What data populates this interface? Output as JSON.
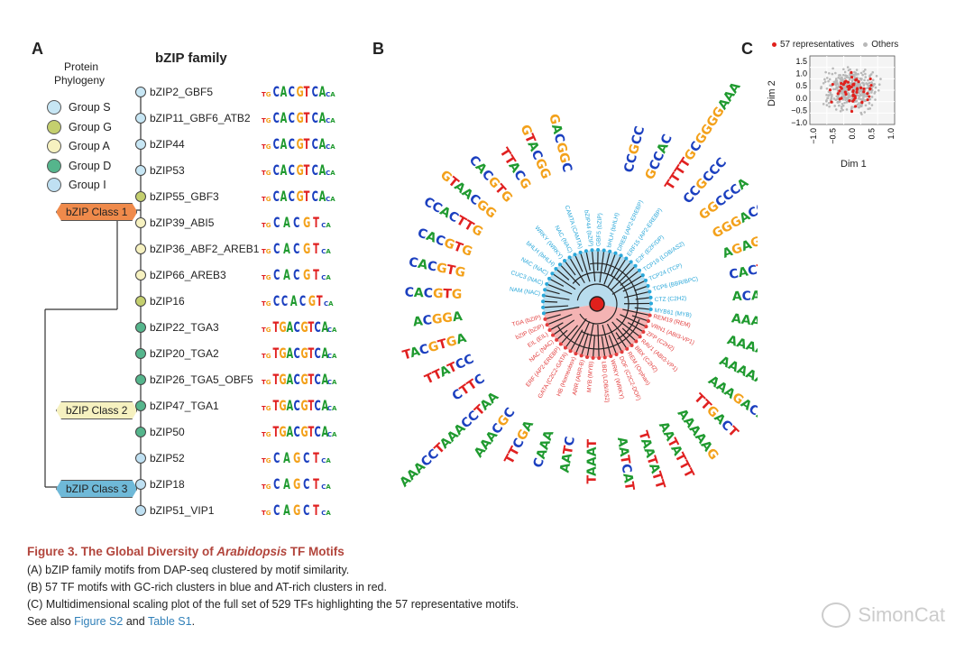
{
  "panel_a": {
    "letter": "A",
    "title": "bZIP family",
    "phylogeny_label_line1": "Protein",
    "phylogeny_label_line2": "Phylogeny",
    "legend": [
      {
        "label": "Group S",
        "color": "#c7e6f4"
      },
      {
        "label": "Group G",
        "color": "#c4cf6e"
      },
      {
        "label": "Group A",
        "color": "#f6f1c0"
      },
      {
        "label": "Group D",
        "color": "#55b58c"
      },
      {
        "label": "Group I",
        "color": "#bfe0f2"
      }
    ],
    "class_tags": [
      {
        "label": "bZIP Class 1",
        "color": "#ef8a4b"
      },
      {
        "label": "bZIP Class 2",
        "color": "#f6f1c0"
      },
      {
        "label": "bZIP Class 3",
        "color": "#6fb9d8"
      }
    ],
    "genes": [
      {
        "name": "bZIP2_GBF5",
        "color": "#c7e6f4",
        "motif": "CACGTCA"
      },
      {
        "name": "bZIP11_GBF6_ATB2",
        "color": "#c7e6f4",
        "motif": "CACGTCA"
      },
      {
        "name": "bZIP44",
        "color": "#c7e6f4",
        "motif": "CACGTCA"
      },
      {
        "name": "bZIP53",
        "color": "#c7e6f4",
        "motif": "CACGTCA"
      },
      {
        "name": "bZIP55_GBF3",
        "color": "#c4cf6e",
        "motif": "CACGTCA"
      },
      {
        "name": "bZIP39_ABI5",
        "color": "#f6f1c0",
        "motif": "CACGT"
      },
      {
        "name": "bZIP36_ABF2_AREB1",
        "color": "#f6f1c0",
        "motif": "CACGT"
      },
      {
        "name": "bZIP66_AREB3",
        "color": "#f6f1c0",
        "motif": "CACGT"
      },
      {
        "name": "bZIP16",
        "color": "#c4cf6e",
        "motif": "CCACGT"
      },
      {
        "name": "bZIP22_TGA3",
        "color": "#55b58c",
        "motif": "TGACGTCA"
      },
      {
        "name": "bZIP20_TGA2",
        "color": "#55b58c",
        "motif": "TGACGTCA"
      },
      {
        "name": "bZIP26_TGA5_OBF5",
        "color": "#55b58c",
        "motif": "TGACGTCA"
      },
      {
        "name": "bZIP47_TGA1",
        "color": "#55b58c",
        "motif": "TGACGTCA"
      },
      {
        "name": "bZIP50",
        "color": "#55b58c",
        "motif": "TGACGTCA"
      },
      {
        "name": "bZIP52",
        "color": "#bfe0f2",
        "motif": "CAGCT"
      },
      {
        "name": "bZIP18",
        "color": "#bfe0f2",
        "motif": "CAGCT"
      },
      {
        "name": "bZIP51_VIP1",
        "color": "#bfe0f2",
        "motif": "CAGCT"
      }
    ]
  },
  "panel_b": {
    "letter": "B",
    "tree_colors": {
      "gc": "#b8dced",
      "at": "#f4b3b3",
      "center": "#e0201c"
    },
    "blue_labels": [
      "MYB61 (MYB)",
      "CTZ (C2H2)",
      "TCP6 (BBR/BPC)",
      "TCP24 (TCP)",
      "TCP19 (LOB/AS2)",
      "E2F (E2F/DP)",
      "ERF15 (AP2-EREBP)",
      "DREB (AP2-EREBP)",
      "bHLH (bHLH)",
      "GBF5 (bZIP)",
      "bZIP44 (bZIP)",
      "CAMTA (CAMTA)",
      "NAC (NAC)",
      "WRKY (WRKY)",
      "bHLH (bHLH)",
      "NAC (NAC)",
      "CUC3 (NAC)",
      "NAM (NAC)"
    ],
    "red_labels": [
      "REM19 (REM)",
      "VRN1 (ABI3-VP1)",
      "ZFP (C2H2)",
      "RAV1 (ABI3-VP1)",
      "BBX (C2H2)",
      "REM (Orphan)",
      "DOF (C2C2-DOF)",
      "WRKY (WRKY)",
      "LBD (LOB/AS2)",
      "MYB (MYB)",
      "ARR (ARR-B)",
      "HB (Homeobox)",
      "GATA (C2C2-GATA)",
      "ERF (AP2-EREBP)",
      "NAC (NAC)",
      "EIL (EIL)",
      "bZIP (bZIP)",
      "TGA (bZIP)"
    ],
    "outer_motifs": [
      {
        "text": "CCGCC",
        "color": "#1b3fbf"
      },
      {
        "text": "GCCAC",
        "color": "#1b3fbf"
      },
      {
        "text": "TTTTGCGGGGAAA",
        "color": "#e02020"
      },
      {
        "text": "CCGCCC",
        "color": "#1b3fbf"
      },
      {
        "text": "GGCCCA",
        "color": "#1b3fbf"
      },
      {
        "text": "GGGACCAC",
        "color": "#f3a11b"
      },
      {
        "text": "AGAGAGAGAGAGA",
        "color": "#1f9a2f"
      },
      {
        "text": "CACT",
        "color": "#1b3fbf"
      },
      {
        "text": "ACAGCC",
        "color": "#1b3fbf"
      },
      {
        "text": "AAAAAAA",
        "color": "#1f9a2f"
      },
      {
        "text": "AAAAAAAAAAAAAAAAAAA",
        "color": "#1f9a2f"
      },
      {
        "text": "AAAAAAA",
        "color": "#1f9a2f"
      },
      {
        "text": "AAAGACAAA",
        "color": "#1f9a2f"
      },
      {
        "text": "TTGACT",
        "color": "#e02020"
      },
      {
        "text": "AAAAAG",
        "color": "#1f9a2f"
      },
      {
        "text": "AATATTT",
        "color": "#e02020"
      },
      {
        "text": "TAATATT",
        "color": "#e02020"
      },
      {
        "text": "AATCAT",
        "color": "#1f9a2f"
      },
      {
        "text": "TAAAT",
        "color": "#e02020"
      },
      {
        "text": "AATC",
        "color": "#1f9a2f"
      },
      {
        "text": "CAAA",
        "color": "#1b3fbf"
      },
      {
        "text": "TTCGA",
        "color": "#e02020"
      },
      {
        "text": "AAACGC",
        "color": "#1f9a2f"
      },
      {
        "text": "AAACCTAAACCTAA",
        "color": "#1f9a2f"
      },
      {
        "text": "CTTC",
        "color": "#e02020"
      },
      {
        "text": "TTATCC",
        "color": "#e02020"
      },
      {
        "text": "TACGTGA",
        "color": "#f3a11b"
      },
      {
        "text": "ACGGA",
        "color": "#1f9a2f"
      },
      {
        "text": "CACGTG",
        "color": "#1b3fbf"
      },
      {
        "text": "CACGTG",
        "color": "#1b3fbf"
      },
      {
        "text": "CACGTG",
        "color": "#1b3fbf"
      },
      {
        "text": "CCACTTG",
        "color": "#e02020"
      },
      {
        "text": "GTAACGG",
        "color": "#f3a11b"
      },
      {
        "text": "CACGTG",
        "color": "#1b3fbf"
      },
      {
        "text": "TTACG",
        "color": "#1f9a2f"
      },
      {
        "text": "GTACGG",
        "color": "#f3a11b"
      },
      {
        "text": "GACGGC",
        "color": "#1b3fbf"
      }
    ]
  },
  "panel_c": {
    "letter": "C",
    "legend_rep": "57 representatives",
    "legend_others": "Others",
    "xlabel": "Dim 1",
    "ylabel": "Dim 2",
    "x_ticks": [
      "−1.0",
      "−0.5",
      "0.0",
      "0.5",
      "1.0"
    ],
    "y_ticks": [
      "1.5",
      "1.0",
      "0.5",
      "0.0",
      "−0.5",
      "−1.0"
    ],
    "colors": {
      "rep": "#e0201c",
      "others": "#b8b8b8"
    }
  },
  "caption": {
    "title_prefix": "Figure 3.",
    "title_a": "The Global Diversity of",
    "title_italic": "Arabidopsis",
    "title_b": "TF Motifs",
    "line_a": "(A) bZIP family motifs from DAP-seq clustered by motif similarity.",
    "line_b": "(B) 57 TF motifs with GC-rich clusters in blue and AT-rich clusters in red.",
    "line_c": "(C) Multidimensional scaling plot of the full set of 529 TFs highlighting the 57 representative motifs.",
    "see_also_prefix": "See also",
    "link1": "Figure S2",
    "and": "and",
    "link2": "Table S1",
    "period": "."
  },
  "watermark": "SimonCat"
}
